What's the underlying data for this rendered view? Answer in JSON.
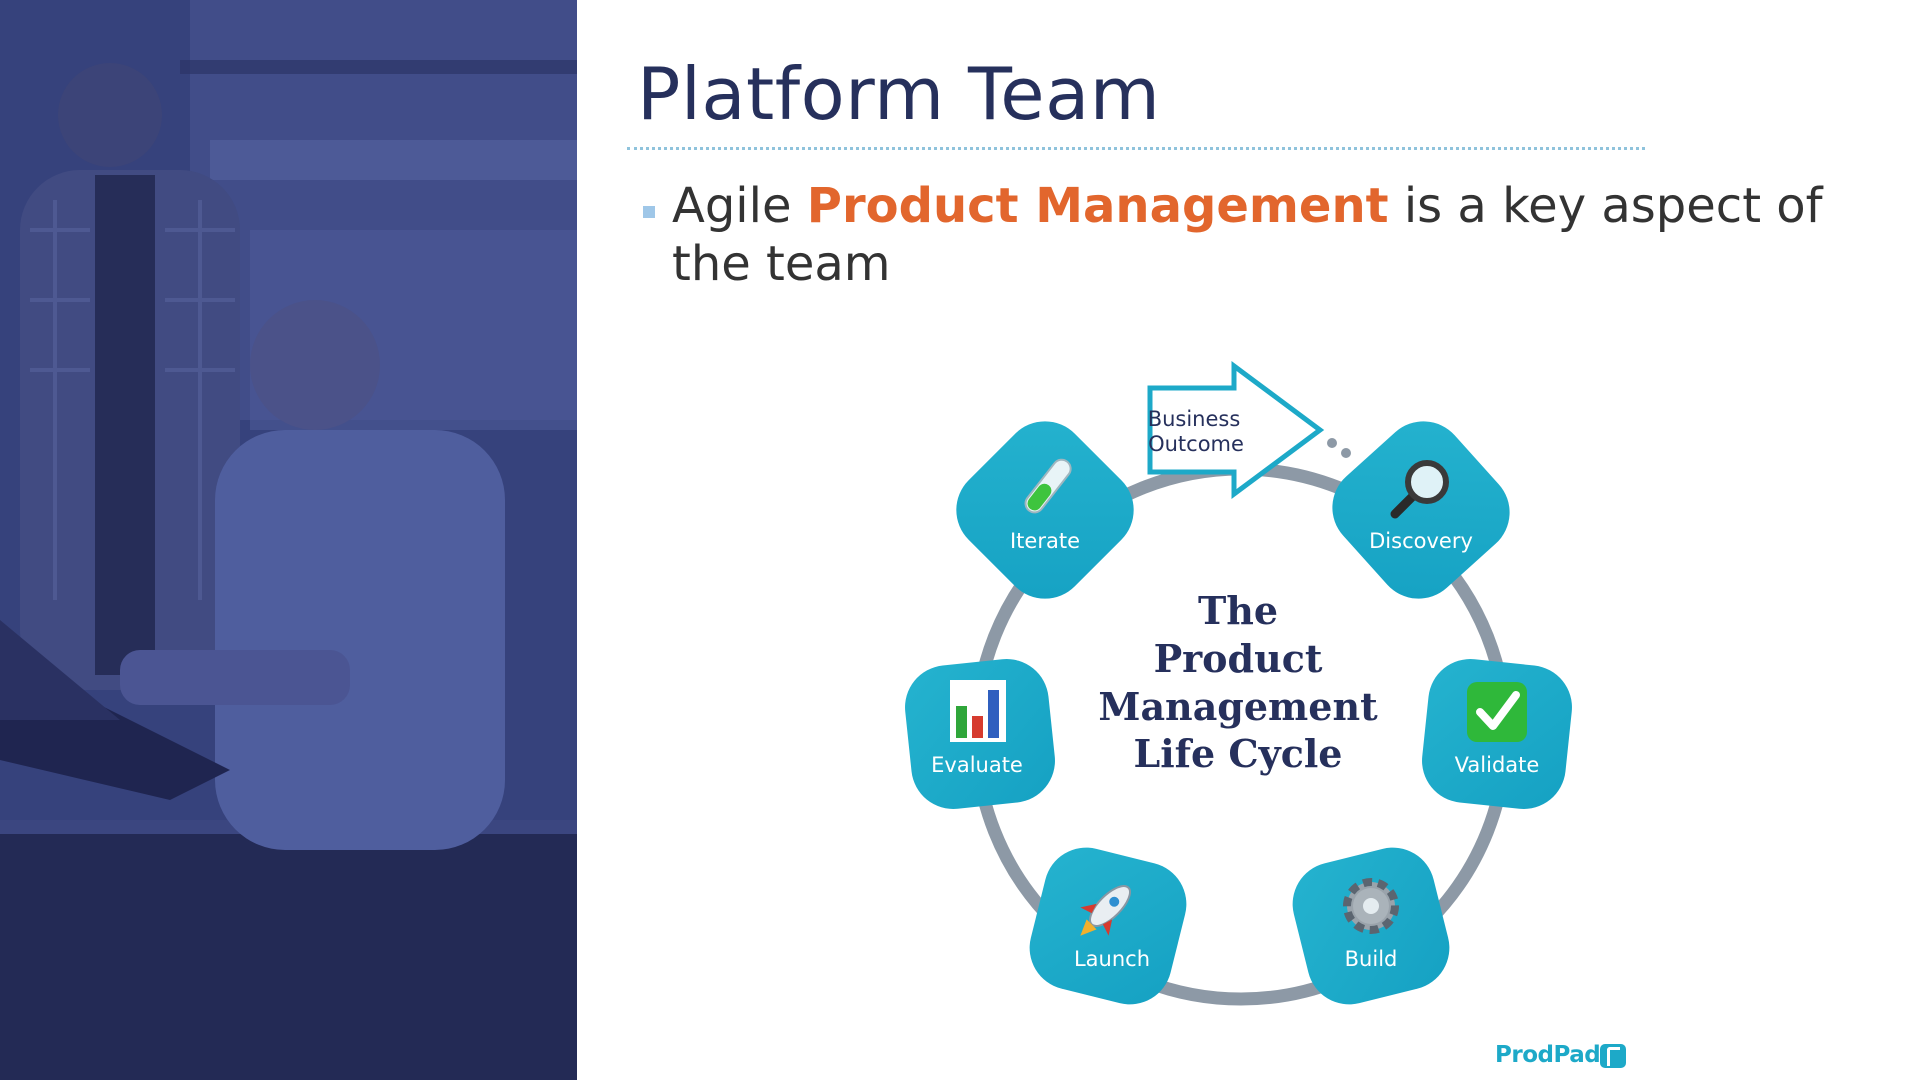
{
  "slide": {
    "title": "Platform Team",
    "bullet": {
      "before": "Agile ",
      "highlight": "Product Management",
      "after": " is a key aspect of the team"
    }
  },
  "diagram": {
    "center_title": [
      "The",
      "Product",
      "Management",
      "Life Cycle"
    ],
    "arrow_label": [
      "Business",
      "Outcome"
    ],
    "stages": [
      {
        "label": "Iterate",
        "icon": "test-tube-icon"
      },
      {
        "label": "Discovery",
        "icon": "magnifier-icon"
      },
      {
        "label": "Validate",
        "icon": "checkmark-icon"
      },
      {
        "label": "Build",
        "icon": "gear-icon"
      },
      {
        "label": "Launch",
        "icon": "rocket-icon"
      },
      {
        "label": "Evaluate",
        "icon": "bar-chart-icon"
      }
    ]
  },
  "brand": {
    "name": "ProdPad"
  },
  "colors": {
    "title": "#26305c",
    "highlight": "#e2662d",
    "tile": "#1da9c8",
    "ring": "#8d99a6",
    "photo_overlay": "#333f77"
  }
}
